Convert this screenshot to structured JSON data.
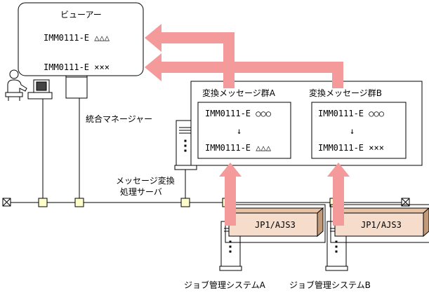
{
  "viewer": {
    "title": "ビューアー",
    "messages": [
      "IMM0111-E △△△",
      "IMM0111-E ×××"
    ]
  },
  "integrated_manager": {
    "label": "統合マネージャー"
  },
  "conversion_server": {
    "label_line1": "メッセージ変換",
    "label_line2": "処理サーバ"
  },
  "conversion_groups": [
    {
      "title": "変換メッセージ群A",
      "from": "IMM0111-E ○○○",
      "arrow": "↓",
      "to": "IMM0111-E △△△"
    },
    {
      "title": "変換メッセージ群B",
      "from": "IMM0111-E ○○○",
      "arrow": "↓",
      "to": "IMM0111-E ×××"
    }
  ],
  "job_systems": [
    {
      "product": "JP1/AJS3",
      "label": "ジョブ管理システムA"
    },
    {
      "product": "JP1/AJS3",
      "label": "ジョブ管理システムB"
    }
  ],
  "colors": {
    "arrow": "#f59a9a",
    "box_face": "#f5dccb",
    "box_top": "#e6c3a8",
    "box_side": "#c39a77",
    "node": "#ffffcc"
  }
}
